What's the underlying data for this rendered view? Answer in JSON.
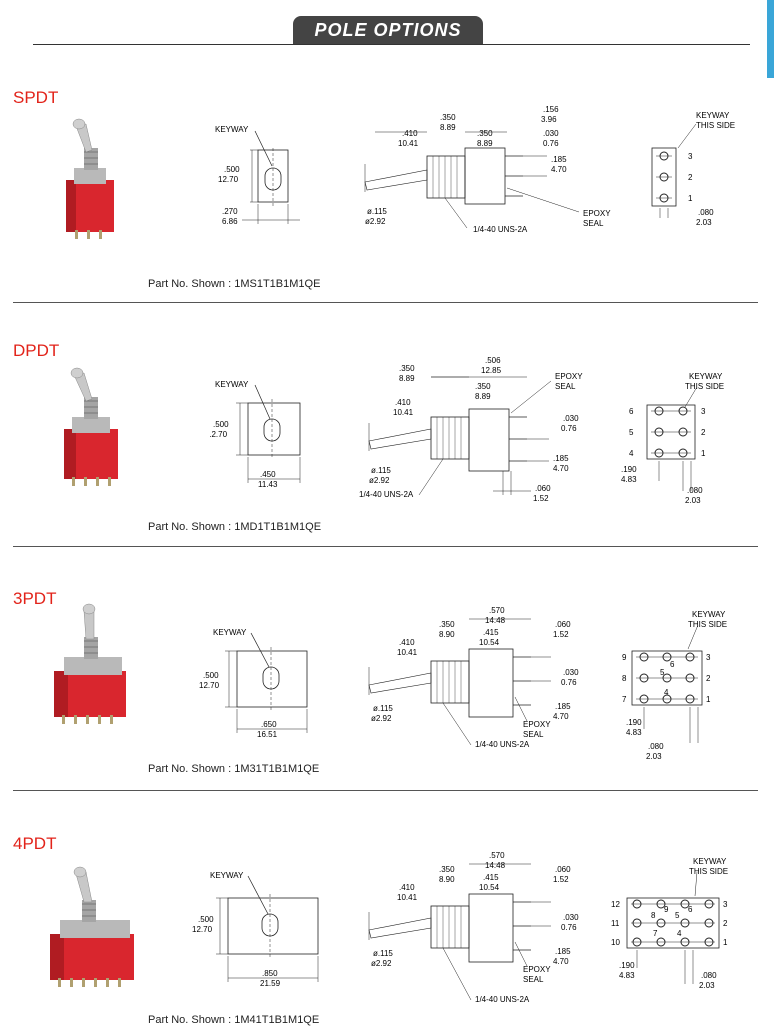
{
  "header": {
    "title": "POLE OPTIONS"
  },
  "common": {
    "keyway": "KEYWAY",
    "keyway_this_side_1": "KEYWAY",
    "keyway_this_side_2": "THIS SIDE",
    "epoxy_1": "EPOXY",
    "epoxy_2": "SEAL",
    "thread": "1/4-40  UNS-2A",
    "part_prefix": "Part No. Shown : "
  },
  "sections": [
    {
      "title": "SPDT",
      "part_no": "1MS1T1B1M1QE",
      "front": {
        "h_in": ".500",
        "h_mm": "12.70",
        "w_in": ".270",
        "w_mm": "6.86"
      },
      "side": {
        "a_in": ".410",
        "a_mm": "10.41",
        "b_in": ".350",
        "b_mm": "8.89",
        "c_in": ".350",
        "c_mm": "8.89",
        "d_in": ".156",
        "d_mm": "3.96",
        "e_in": ".030",
        "e_mm": "0.76",
        "f_in": ".185",
        "f_mm": "4.70",
        "g_in": "ø.115",
        "g_mm": "ø2.92"
      },
      "bottom": {
        "pins": [
          "3",
          "2",
          "1"
        ],
        "p_in": ".080",
        "p_mm": "2.03"
      }
    },
    {
      "title": "DPDT",
      "part_no": "1MD1T1B1M1QE",
      "front": {
        "h_in": ".500",
        "h_mm": "12.70",
        "w_in": ".450",
        "w_mm": "11.43"
      },
      "side": {
        "a_in": ".410",
        "a_mm": "10.41",
        "b_in": ".350",
        "b_mm": "8.89",
        "c_in": ".350",
        "c_mm": "8.89",
        "d_in": ".506",
        "d_mm": "12.85",
        "e_in": ".030",
        "e_mm": "0.76",
        "f_in": ".185",
        "f_mm": "4.70",
        "g_in": "ø.115",
        "g_mm": "ø2.92",
        "h_in": ".060",
        "h_mm": "1.52"
      },
      "bottom": {
        "pins_left": [
          "6",
          "5",
          "4"
        ],
        "pins_right": [
          "3",
          "2",
          "1"
        ],
        "r_in": ".190",
        "r_mm": "4.83",
        "p_in": ".080",
        "p_mm": "2.03"
      }
    },
    {
      "title": "3PDT",
      "part_no": "1M31T1B1M1QE",
      "front": {
        "h_in": ".500",
        "h_mm": "12.70",
        "w_in": ".650",
        "w_mm": "16.51"
      },
      "side": {
        "a_in": ".410",
        "a_mm": "10.41",
        "b_in": ".350",
        "b_mm": "8.90",
        "c_in": ".415",
        "c_mm": "10.54",
        "d_in": ".570",
        "d_mm": "14.48",
        "e_in": ".060",
        "e_mm": "1.52",
        "f_in": ".030",
        "f_mm": "0.76",
        "i_in": ".185",
        "i_mm": "4.70",
        "g_in": "ø.115",
        "g_mm": "ø2.92"
      },
      "bottom": {
        "pins_left": [
          "9",
          "8",
          "7"
        ],
        "pins_mid": [
          "6",
          "5",
          "4"
        ],
        "pins_right": [
          "3",
          "2",
          "1"
        ],
        "r_in": ".190",
        "r_mm": "4.83",
        "p_in": ".080",
        "p_mm": "2.03"
      }
    },
    {
      "title": "4PDT",
      "part_no": "1M41T1B1M1QE",
      "front": {
        "h_in": ".500",
        "h_mm": "12.70",
        "w_in": ".850",
        "w_mm": "21.59"
      },
      "side": {
        "a_in": ".410",
        "a_mm": "10.41",
        "b_in": ".350",
        "b_mm": "8.90",
        "c_in": ".415",
        "c_mm": "10.54",
        "d_in": ".570",
        "d_mm": "14.48",
        "e_in": ".060",
        "e_mm": "1.52",
        "f_in": ".030",
        "f_mm": "0.76",
        "i_in": ".185",
        "i_mm": "4.70",
        "g_in": "ø.115",
        "g_mm": "ø2.92"
      },
      "bottom": {
        "pins_left": [
          "12",
          "11",
          "10"
        ],
        "pins_m1": [
          "9",
          "8",
          "7"
        ],
        "pins_m2": [
          "6",
          "5",
          "4"
        ],
        "pins_right": [
          "3",
          "2",
          "1"
        ],
        "r_in": ".190",
        "r_mm": "4.83",
        "p_in": ".080",
        "p_mm": "2.03"
      }
    }
  ]
}
